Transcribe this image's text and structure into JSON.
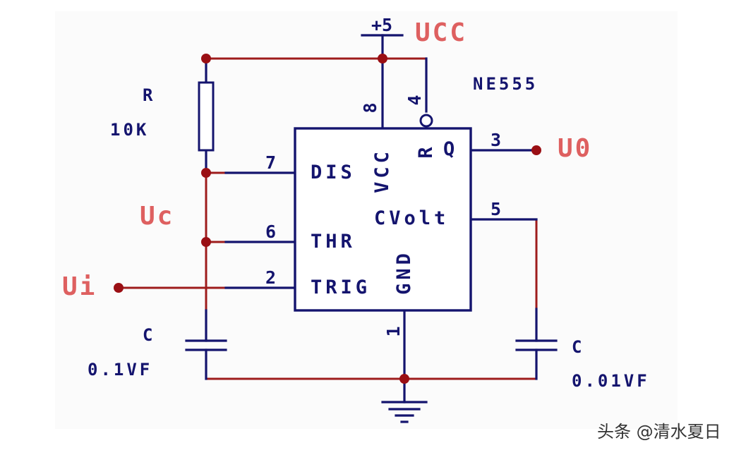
{
  "diagram": {
    "type": "circuit-schematic",
    "title": "NE555 monostable circuit",
    "chip": {
      "name": "NE555",
      "pins": [
        {
          "number": "8",
          "name": "VCC"
        },
        {
          "number": "4",
          "name": "R"
        },
        {
          "number": "3",
          "name": "Q"
        },
        {
          "number": "7",
          "name": "DIS"
        },
        {
          "number": "5",
          "name": "CVolt"
        },
        {
          "number": "6",
          "name": "THR"
        },
        {
          "number": "2",
          "name": "TRIG"
        },
        {
          "number": "1",
          "name": "GND"
        }
      ]
    },
    "supply": {
      "label": "+5",
      "net": "UCC"
    },
    "nets": {
      "ucc": "UCC",
      "uc": "Uc",
      "ui": "Ui",
      "uo": "U0"
    },
    "components": {
      "resistor": {
        "ref": "R",
        "value": "10K"
      },
      "timing_cap": {
        "ref": "C",
        "value": "0.1VF"
      },
      "control_cap": {
        "ref": "C",
        "value": "0.01VF"
      }
    },
    "colors": {
      "wire_primary": "#14146e",
      "wire_highlight": "#9e1c1c",
      "net_label": "#de6060",
      "junction": "#9a0f14"
    }
  },
  "watermark": "头条 @清水夏日"
}
